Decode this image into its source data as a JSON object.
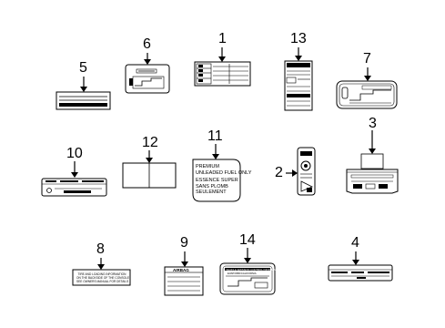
{
  "callouts": {
    "c1": "1",
    "c2": "2",
    "c3": "3",
    "c4": "4",
    "c5": "5",
    "c6": "6",
    "c7": "7",
    "c8": "8",
    "c9": "9",
    "c10": "10",
    "c11": "11",
    "c12": "12",
    "c13": "13",
    "c14": "14"
  },
  "label11": {
    "line1": "PREMIUM",
    "line2": "UNLEADED FUEL ONLY",
    "line3": "ESSENCE SUPER",
    "line4": "SANS PLOMB",
    "line5": "SEULEMENT"
  },
  "label8": {
    "line1": "TIRE AND LOADING INFORMATION",
    "line2": "ON THE BACKSIDE OF THE CONSOLE",
    "line3": "SEE OWNERS MANUAL FOR DETAILS"
  },
  "label9": {
    "header": "AIRBAG"
  },
  "label14": {
    "line1": "VEHICLE EMISSION CONTROL INFORMATION",
    "line2": "EVAP/OBD/CALIFORNIA"
  }
}
